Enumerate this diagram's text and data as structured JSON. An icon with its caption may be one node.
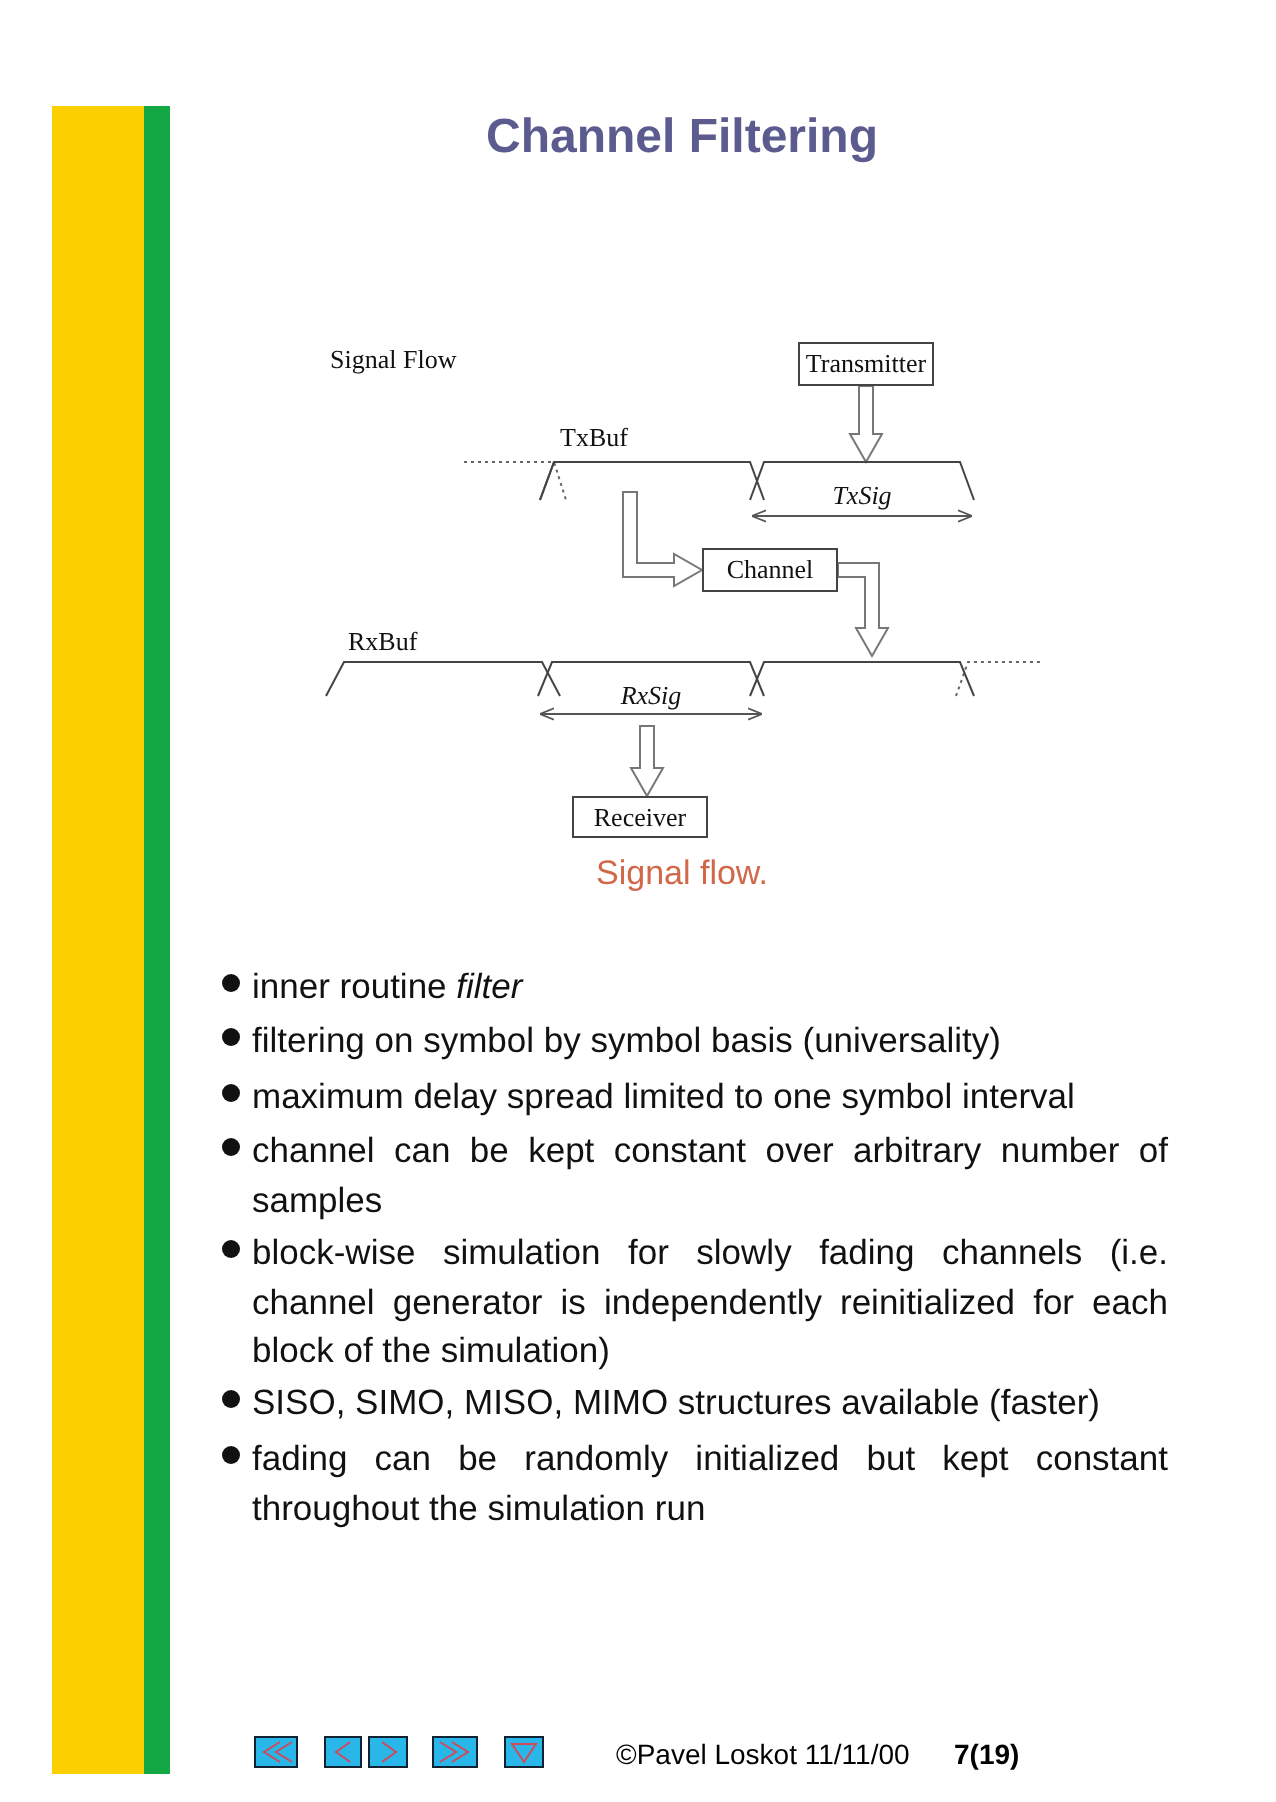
{
  "diagram": {
    "title": "Channel Filtering",
    "caption": "Signal flow.",
    "nodes": [
      {
        "text": [
          "Transmitter"
        ]
      },
      {
        "text": [],
        "shape": "bar"
      },
      {
        "text": [
          "TxSig"
        ]
      },
      {
        "text": [
          "Channel"
        ]
      },
      {
        "text": [
          "RxSig"
        ]
      },
      {
        "text": [],
        "shape": "bar"
      },
      {
        "text": [
          "Receiver"
        ]
      }
    ],
    "edges": [
      {
        "from": 0,
        "to": 2,
        "arrow": "to"
      },
      {
        "from": 1,
        "to": 3,
        "arrow": "to"
      },
      {
        "from": 3,
        "to": 5,
        "arrow": "to"
      },
      {
        "from": 4,
        "to": 6,
        "arrow": "to"
      }
    ],
    "labels": [
      "Signal Flow",
      "TxBuf",
      "RxBuf",
      "inner routine *filter*",
      "filtering on symbol by symbol basis (universality)",
      "maximum delay spread limited to one symbol interval",
      "channel can be kept constant over arbitrary number of samples",
      "block-wise simulation for slowly fading channels (i.e. channel generator is independently reinitialized for each block of the simulation)",
      "SISO, SIMO, MISO, MIMO structures available (faster)",
      "fading can be randomly initialized but kept constant throughout the simulation run",
      "©Pavel Loskot 11/11/00",
      "7(19)"
    ]
  }
}
